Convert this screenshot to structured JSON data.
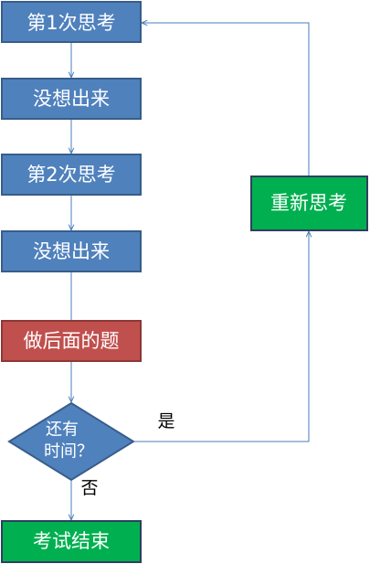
{
  "colors": {
    "blue_fill": "#4f81bd",
    "blue_border": "#385d8a",
    "red_fill": "#c0504d",
    "red_border": "#8c3836",
    "green_fill": "#00b050",
    "green_border": "#2f3f5f",
    "edge": "#4a7ebb"
  },
  "nodes": {
    "think_1": "第1次思考",
    "no_idea_1": "没想出来",
    "think_2": "第2次思考",
    "no_idea_2": "没想出来",
    "do_next": "做后面的题",
    "time_left_line1": "还有",
    "time_left_line2": "时间？",
    "rethink": "重新思考",
    "exam_end": "考试结束"
  },
  "edge_labels": {
    "yes": "是",
    "no": "否"
  }
}
